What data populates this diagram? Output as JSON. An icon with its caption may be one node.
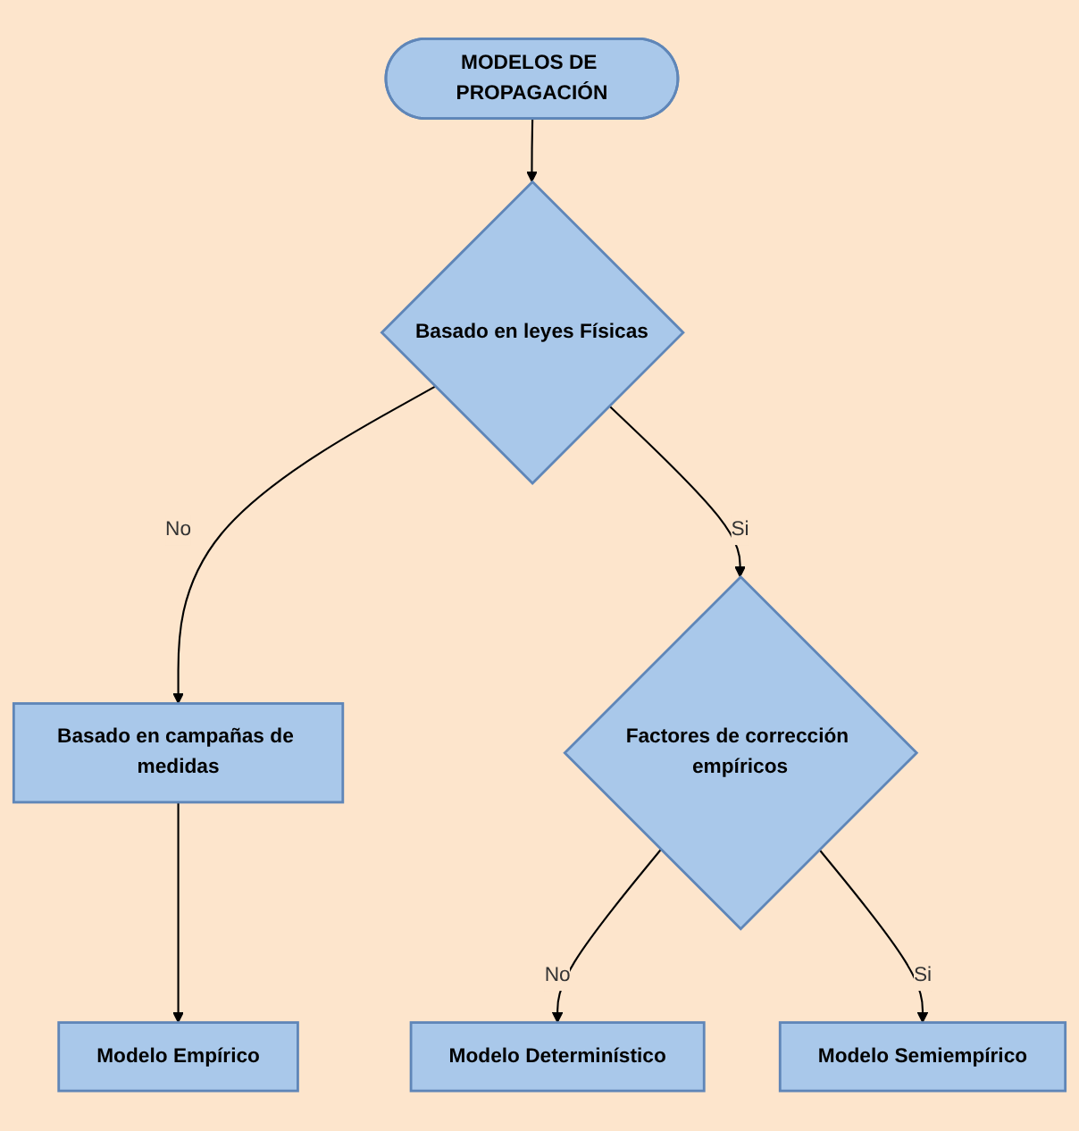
{
  "diagram": {
    "nodes": [
      {
        "text": [
          "MODELOS DE PROPAGACIÓN"
        ]
      },
      {
        "text": [
          "Basado en leyes Físicas"
        ]
      },
      {
        "text": [
          "Basado en campañas de medidas"
        ]
      },
      {
        "text": [
          "Factores de corrección empíricos"
        ]
      },
      {
        "text": [
          "Modelo Determinístico"
        ]
      },
      {
        "text": [
          "Modelo Semiempírico"
        ]
      },
      {
        "text": [
          "Modelo Empírico"
        ]
      }
    ],
    "edges": [
      {
        "from": 0,
        "to": 1,
        "arrow": "to"
      },
      {
        "from": 1,
        "to": 2,
        "arrow": "to",
        "label": "No"
      },
      {
        "from": 1,
        "to": 3,
        "arrow": "to",
        "label": "Si"
      },
      {
        "from": 3,
        "to": 4,
        "arrow": "to",
        "label": "No"
      },
      {
        "from": 3,
        "to": 5,
        "arrow": "to",
        "label": "Si"
      },
      {
        "from": 2,
        "to": 6,
        "arrow": "to"
      }
    ]
  }
}
